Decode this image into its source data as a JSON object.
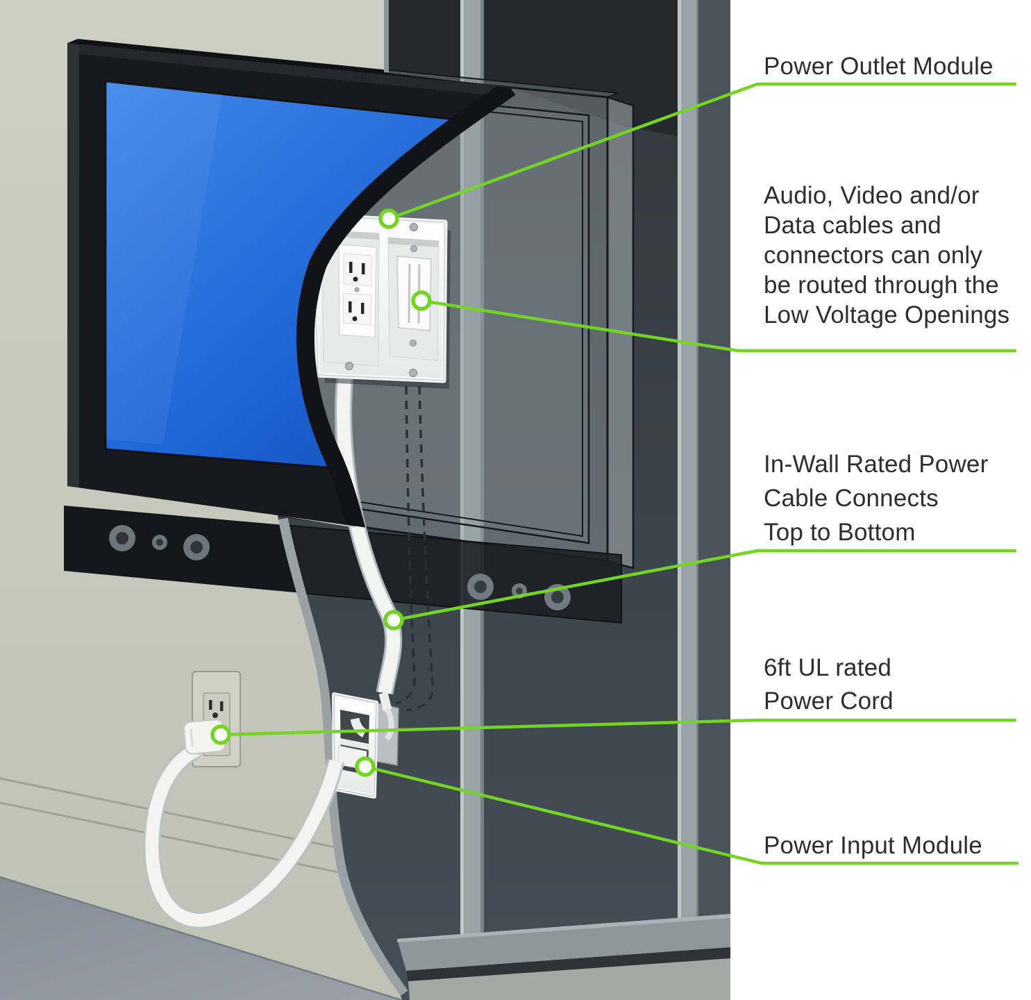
{
  "diagram": {
    "title_present": false,
    "callouts": [
      {
        "id": "power-outlet-module",
        "label": "Power Outlet Module"
      },
      {
        "id": "low-voltage-openings",
        "label": "Audio, Video and/or\nData cables and\nconnectors can only\nbe routed through the\nLow Voltage Openings"
      },
      {
        "id": "in-wall-cable",
        "label": "In-Wall Rated Power\nCable Connects\nTop to Bottom"
      },
      {
        "id": "power-cord",
        "label": "6ft UL rated\nPower Cord"
      },
      {
        "id": "power-input-module",
        "label": "Power Input Module"
      }
    ],
    "colors": {
      "accent_green": "#74d426",
      "screen_blue": "#1d64d4",
      "wall": "#c8cbbd",
      "cavity_dark": "#3e474e",
      "stud_gray": "#99a3a8",
      "text": "#2b2d2f",
      "background": "#ffffff"
    }
  }
}
